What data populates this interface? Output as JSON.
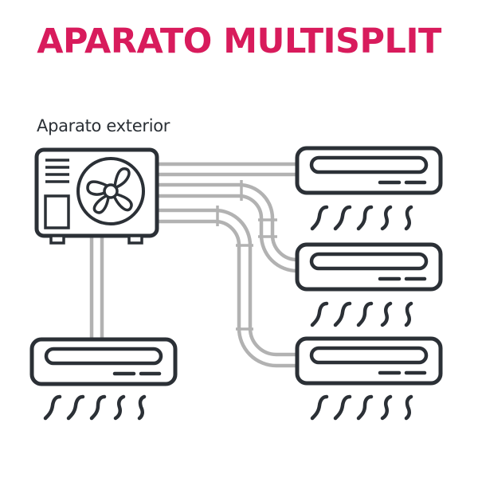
{
  "title": "APARATO MULTISPLIT",
  "outdoor_label": "Aparato exterior",
  "colors": {
    "title": "#d81b5c",
    "outline": "#2b3036",
    "pipe": "#b2b2b2",
    "background": "#ffffff"
  },
  "diagram": {
    "outdoor_unit": {
      "label": "Aparato exterior",
      "icon": "outdoor-unit-fan-icon"
    },
    "indoor_units": [
      {
        "id": "indoor-unit-1",
        "position": "top-right"
      },
      {
        "id": "indoor-unit-2",
        "position": "middle-right"
      },
      {
        "id": "indoor-unit-3",
        "position": "bottom-right"
      },
      {
        "id": "indoor-unit-4",
        "position": "bottom-left"
      }
    ],
    "airflow_icon": "airflow-waves-icon"
  }
}
